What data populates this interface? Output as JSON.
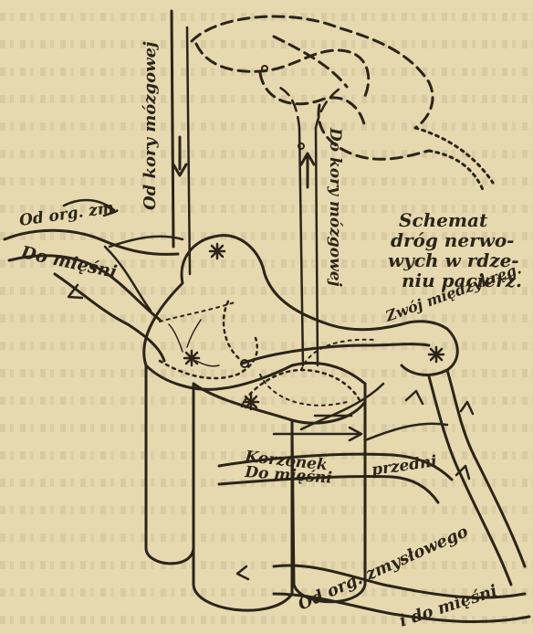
{
  "labels": {
    "title_line1": "Schemat",
    "title_line2": "dróg nerwo-",
    "title_line3": "wych w rdze-",
    "title_line4": "niu pacierz.",
    "od_kory_1": "Od kory mózgowej",
    "do_kory": "Do kory mózgowej",
    "od_org_zm_top": "Od org. zm.",
    "do_miesni_left": "Do mięśni",
    "zwoj": "Zwój międzykręg.",
    "korzonek_1": "Korzonek",
    "korzonek_przedni": "przedni",
    "do_miesni_mid": "Do mięśni",
    "od_org_zmyslowego": "Od org. zmysłowego",
    "i_do_miesni": "i do mięśni"
  },
  "colors": {
    "paper": "#e6d9b0",
    "ink": "#2b2418"
  }
}
